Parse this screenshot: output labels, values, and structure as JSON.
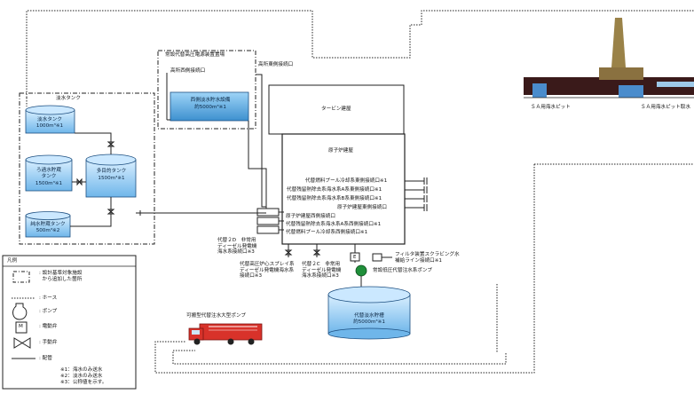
{
  "fresh_water_tank_group": {
    "title": "淡水タンク",
    "tank1": {
      "name": "淡水タンク",
      "capacity": "1000m³※1"
    },
    "tank2": {
      "name": "ろ過水貯蔵\nタンク",
      "capacity": "1500m³※1"
    },
    "tank3": {
      "name": "純水貯蔵タンク",
      "capacity": "500m³※2"
    },
    "multi_tank": {
      "name": "多目的タンク",
      "capacity": "1500m³※1"
    }
  },
  "emergency_building": {
    "title": "常設代替高圧電源装置置場",
    "connection_high": "高所西側接続口",
    "tank": {
      "name": "西側淡水貯水設備",
      "capacity": "約5000m³※1"
    }
  },
  "top_connection": "高所東側接続口",
  "turbine_building": "タービン建屋",
  "reactor_building": {
    "title": "原子炉建屋",
    "right_labels": [
      "代替燃料プール冷却系東側接続口※1",
      "代替残留熱除去系海水系A系東側接続口※1",
      "代替残留熱除去系海水系B系東側接続口※1",
      "原子炉建屋東側接続口"
    ],
    "left_labels": [
      "原子炉建屋西側接続口",
      "代替残留熱除去系海水系A系西側接続口※1",
      "代替燃料プール冷却系西側接続口※1"
    ]
  },
  "notes_middle": {
    "n1": "代替２D　非常用\nディーゼル発電機\n海水系接続口※3",
    "n2": "代替高圧炉心スプレイ系\nディーゼル発電機海水系\n接続口※3",
    "n3": "代替２C　非常用\nディーゼル発電機\n海水系接続口※3"
  },
  "filter_label": "フィルタ装置スクラビング水\n補給ライン接続口※1",
  "pump_label": "常設低圧代替注水系ポンプ",
  "pump_letter": "E",
  "underground_tank": {
    "name": "代替淡水貯槽",
    "capacity": "約5000m³※1"
  },
  "truck_label": "可搬型代替注水大型ポンプ",
  "sa_pit1": "ＳＡ用海水ピット",
  "sa_pit2": "ＳＡ用海水ピット取水",
  "legend": {
    "title": "凡例",
    "items": [
      ": 設計基準対象施設\n  から追加した箇所",
      ": ホース",
      ": ポンプ",
      ": 電動弁",
      ": 手動弁",
      ": 配管"
    ],
    "motor_symbol": "M",
    "notes": "※1：海水のみ送水\n※2：淡水のみ送水\n※3：公称値を示す。"
  },
  "colors": {
    "tank_fill": "#bfe3ff",
    "tank_fill_dark": "#7fc3f0",
    "pump_green": "#1f8f3a",
    "truck_red": "#d8322a",
    "building_dark": "#3a1a1a",
    "water_blue": "#4a8ccc"
  }
}
